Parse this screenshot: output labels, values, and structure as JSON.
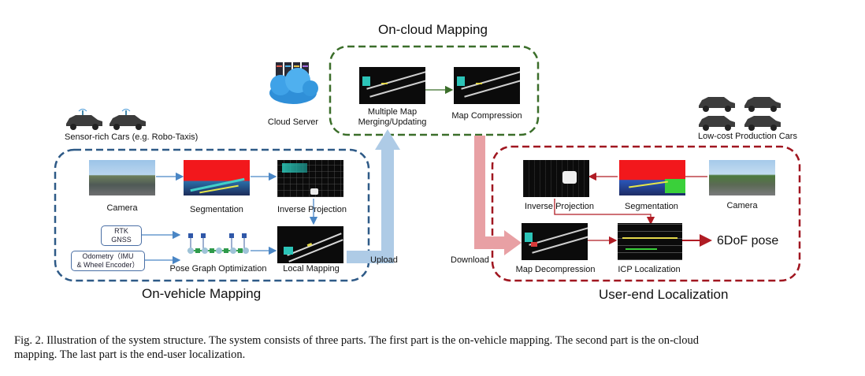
{
  "diagram": {
    "on_cloud": {
      "title": "On-cloud Mapping",
      "merge_label_1": "Multiple Map",
      "merge_label_2": "Merging/Updating",
      "compression_label": "Map Compression"
    },
    "cloud_server_label": "Cloud Server",
    "on_vehicle": {
      "title": "On-vehicle Mapping",
      "sensor_cars_label": "Sensor-rich Cars (e.g. Robo-Taxis)",
      "camera_label": "Camera",
      "segmentation_label": "Segmentation",
      "inverse_projection_label": "Inverse Projection",
      "rtk_line1": "RTK",
      "rtk_line2": "GNSS",
      "odometry_line1": "Odometry（IMU",
      "odometry_line2": "& Wheel Encoder）",
      "pose_graph_label": "Pose Graph Optimization",
      "local_mapping_label": "Local Mapping"
    },
    "upload_label": "Upload",
    "download_label": "Download",
    "user_end": {
      "title": "User-end Localization",
      "production_cars_label": "Low-cost Production Cars",
      "inverse_projection_label": "Inverse Projection",
      "segmentation_label": "Segmentation",
      "camera_label": "Camera",
      "decompression_label": "Map Decompression",
      "icp_label": "ICP Localization",
      "output_label": "6DoF pose"
    },
    "colors": {
      "vehicle_border": "#2e5a87",
      "cloud_border": "#3b6e2a",
      "user_border": "#a01620",
      "upload_arrow": "#aecbe6",
      "download_arrow": "#e8a0a4"
    }
  },
  "caption": {
    "line1_a": "Fig. 2.   Illustration of the system structure. The system consists of three parts. The first part is the on-vehicle mapping. The second part is the on-cloud",
    "line2": "mapping. The last part is the end-user localization."
  }
}
